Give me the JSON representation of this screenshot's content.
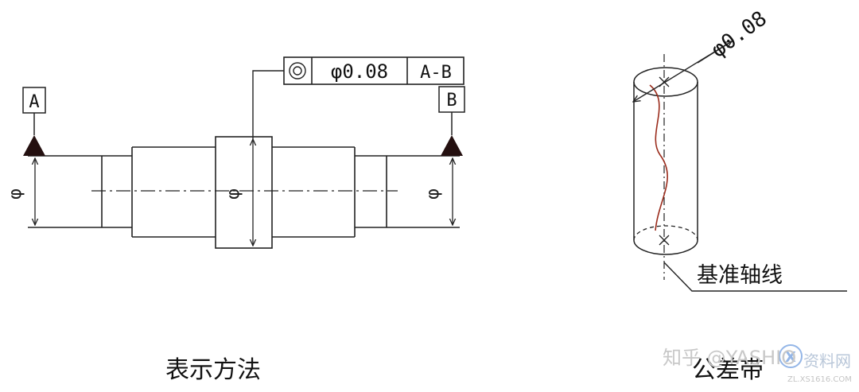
{
  "left_figure": {
    "fcf_symbol": "◎",
    "fcf_tolerance": "φ0.08",
    "fcf_datum": "A-B",
    "datum_a": "A",
    "datum_b": "B",
    "dia_symbol": "φ",
    "caption": "表示方法"
  },
  "right_figure": {
    "tolerance": "φ0.08",
    "axis_label": "基准轴线",
    "caption": "公差带"
  },
  "watermark": {
    "text": "知乎 @YASHIO",
    "site": "ZL.XS1616.COM",
    "brand": "资料网"
  }
}
